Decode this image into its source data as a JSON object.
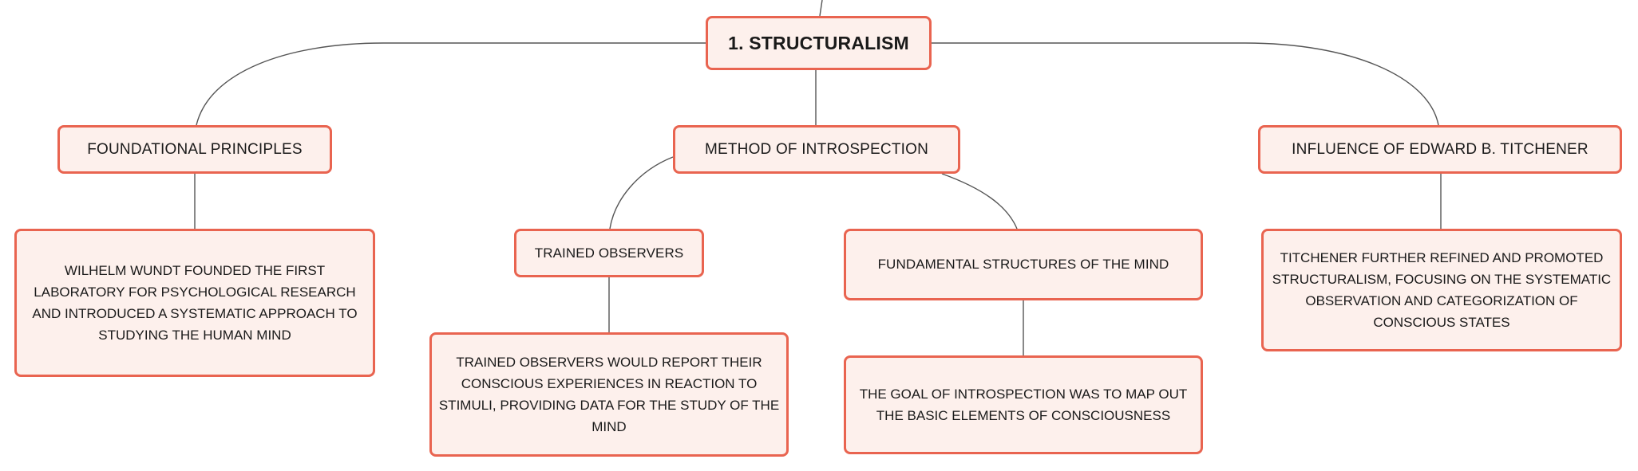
{
  "diagram": {
    "root": {
      "label": "1. STRUCTURALISM"
    },
    "branches": {
      "foundational": {
        "label": "FOUNDATIONAL PRINCIPLES",
        "detail": "WILHELM WUNDT FOUNDED THE FIRST LABORATORY FOR PSYCHOLOGICAL RESEARCH AND INTRODUCED A SYSTEMATIC APPROACH TO STUDYING THE HUMAN MIND"
      },
      "method": {
        "label": "METHOD OF INTROSPECTION",
        "trained_observers": {
          "label": "TRAINED OBSERVERS",
          "detail": "TRAINED OBSERVERS WOULD REPORT THEIR CONSCIOUS EXPERIENCES IN REACTION TO STIMULI, PROVIDING DATA FOR THE STUDY OF THE MIND"
        },
        "fundamental_structures": {
          "label": "FUNDAMENTAL STRUCTURES OF THE MIND",
          "detail": "THE GOAL OF INTROSPECTION WAS TO MAP OUT THE BASIC ELEMENTS OF CONSCIOUSNESS"
        }
      },
      "influence": {
        "label": "INFLUENCE OF EDWARD B. TITCHENER",
        "detail": "TITCHENER FURTHER REFINED AND PROMOTED STRUCTURALISM, FOCUSING ON THE SYSTEMATIC OBSERVATION AND CATEGORIZATION OF CONSCIOUS STATES"
      }
    }
  },
  "colors": {
    "node_border": "#e96450",
    "node_fill": "#fdf0ec",
    "connector": "#555555",
    "text": "#1a1a1a"
  }
}
